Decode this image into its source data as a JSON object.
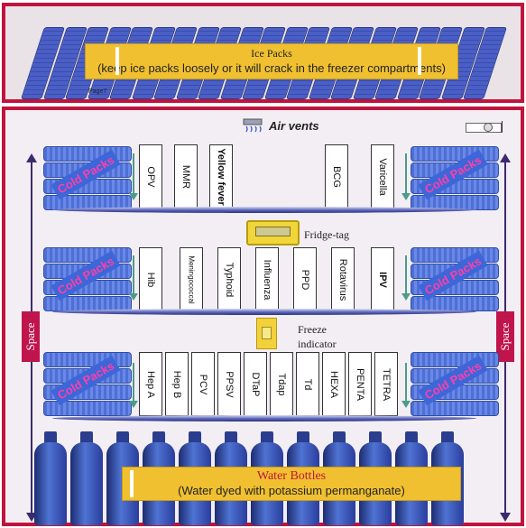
{
  "freezer": {
    "title": "Ice Packs",
    "subtitle": "(keep ice packs loosely or it will crack in the freezer compartments)",
    "page_tag": "Page7"
  },
  "air_vents": {
    "label": "Air vents",
    "icon": "air-vent-icon"
  },
  "thermometer_icon": "thermometer-icon",
  "cold_pack_label": "Cold Packs",
  "space_label": "Space",
  "fridge_tag": {
    "label": "Fridge-tag",
    "icon": "fridge-tag-icon"
  },
  "freeze_indicator": {
    "line1": "Freeze",
    "line2": "indicator",
    "icon": "freeze-indicator-icon"
  },
  "shelves": [
    {
      "vaccines": [
        "OPV",
        "MMR",
        "Yellow fever",
        "BCG",
        "Varicella"
      ]
    },
    {
      "vaccines": [
        "Hib",
        "Meningococcal",
        "Typhoid",
        "Influenza",
        "PPD",
        "Rotavirus",
        "IPV"
      ]
    },
    {
      "vaccines": [
        "Hep A",
        "Hep B",
        "PCV",
        "PPSV",
        "DTaP",
        "Tdap",
        "Td",
        "HEXA",
        "PENTA",
        "TETRA"
      ]
    }
  ],
  "water": {
    "title": "Water Bottles",
    "subtitle": "(Water dyed with potassium permanganate)"
  },
  "colors": {
    "border": "#c0143c",
    "banner": "#f0c030",
    "pack_text": "#ff3fa8",
    "space_bg": "#c0144c"
  }
}
